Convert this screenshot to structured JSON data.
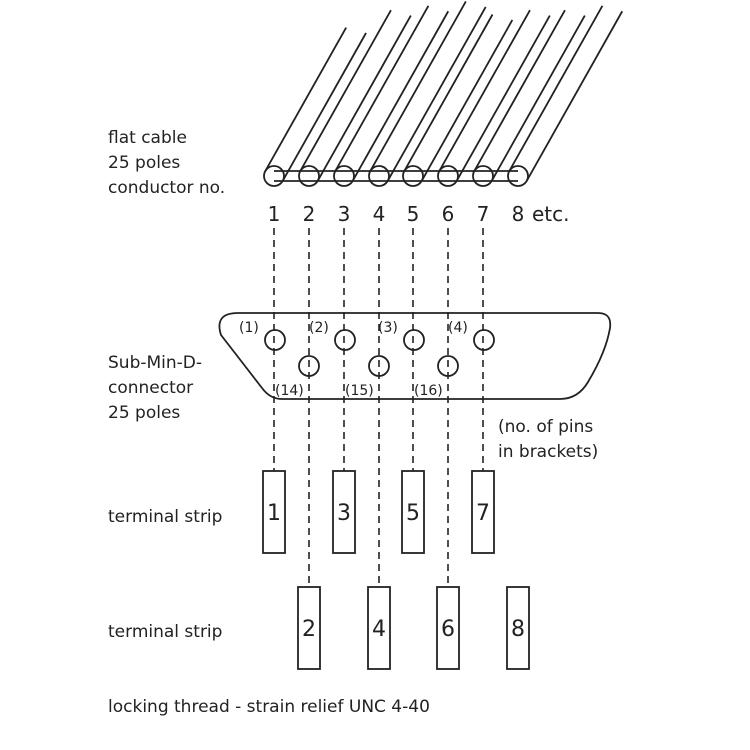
{
  "labels": {
    "flat_cable": [
      "flat cable",
      "25 poles",
      "conductor no."
    ],
    "connector": [
      "Sub-Min-D-",
      "connector",
      "25 poles"
    ],
    "pins_note": [
      "(no. of pins",
      "in brackets)"
    ],
    "terminal_strip_top": "terminal strip",
    "terminal_strip_bottom": "terminal strip",
    "footer": "locking thread - strain relief UNC 4-40"
  },
  "conductors": [
    "1",
    "2",
    "3",
    "4",
    "5",
    "6",
    "7",
    "8"
  ],
  "conductor_suffix": "etc.",
  "pins_top": [
    "(1)",
    "(2)",
    "(3)",
    "(4)"
  ],
  "pins_bottom": [
    "(14)",
    "(15)",
    "(16)"
  ],
  "terminals_top": [
    "1",
    "3",
    "5",
    "7"
  ],
  "terminals_bottom": [
    "2",
    "4",
    "6",
    "8"
  ]
}
